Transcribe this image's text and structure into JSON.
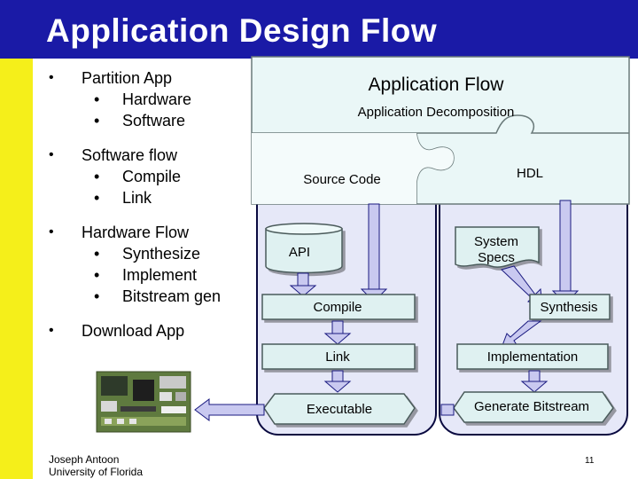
{
  "slide": {
    "title": "Application Design Flow",
    "colors": {
      "title_band": "#1a1aa6",
      "side_bar": "#f5ef1a",
      "panel": "#eaf7f7",
      "flow_bg": "#e6e8f8",
      "box": "#dff1f1",
      "arrow": "#c9c9f0"
    }
  },
  "bullets": [
    {
      "bullet": "•",
      "title": "Partition App",
      "subs": [
        "Hardware",
        "Software"
      ]
    },
    {
      "bullet": "•",
      "title": "Software flow",
      "subs": [
        "Compile",
        "Link"
      ]
    },
    {
      "bullet": "•",
      "title": "Hardware Flow",
      "subs": [
        "Synthesize",
        "Implement",
        "Bitstream gen"
      ]
    },
    {
      "bullet": "•",
      "title": "Download App",
      "subs": []
    }
  ],
  "sub_bullet": "•",
  "diagram": {
    "title": "Application Flow",
    "decomposition": "Application Decomposition",
    "source_code": "Source Code",
    "hdl": "HDL",
    "api": "API",
    "system_specs": "System Specs",
    "compile": "Compile",
    "synthesis": "Synthesis",
    "link": "Link",
    "implementation": "Implementation",
    "executable": "Executable",
    "generate_bitstream": "Generate Bitstream"
  },
  "footer": {
    "author_line1": "Joseph Antoon",
    "author_line2": "University of Florida",
    "page_number": "11"
  }
}
